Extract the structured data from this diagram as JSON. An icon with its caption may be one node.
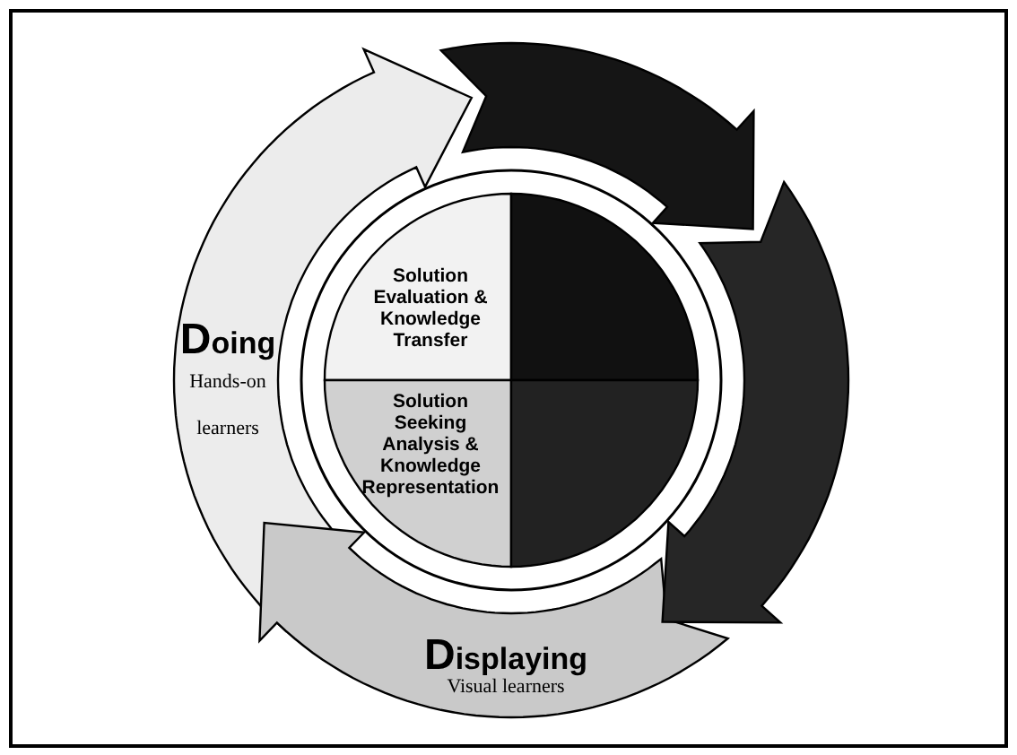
{
  "diagram": {
    "nodes": [
      {
        "text": [
          "Doing",
          "Hands-on learners"
        ]
      },
      {
        "text": [],
        "shape": "arrow"
      },
      {
        "text": [],
        "shape": "arrow"
      },
      {
        "text": [
          "Displaying",
          "Visual learners"
        ]
      },
      {
        "text": [
          "Solution Evaluation & Knowledge Transfer"
        ]
      },
      {
        "text": [],
        "shape": "sector"
      },
      {
        "text": [
          "Solution Seeking Analysis & Knowledge Representation"
        ]
      },
      {
        "text": [],
        "shape": "sector"
      }
    ]
  }
}
